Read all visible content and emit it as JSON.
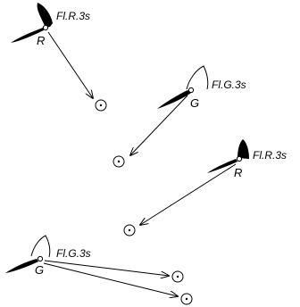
{
  "lights": [
    {
      "id": "light-1",
      "characteristic": "Fl.R.3s",
      "letter": "R",
      "color": "red"
    },
    {
      "id": "light-2",
      "characteristic": "Fl.G.3s",
      "letter": "G",
      "color": "green"
    },
    {
      "id": "light-3",
      "characteristic": "Fl.R.3s",
      "letter": "R",
      "color": "red"
    },
    {
      "id": "light-4",
      "characteristic": "Fl.G.3s",
      "letter": "G",
      "color": "green"
    }
  ],
  "colors": {
    "ink": "#000000",
    "background": "#ffffff"
  }
}
